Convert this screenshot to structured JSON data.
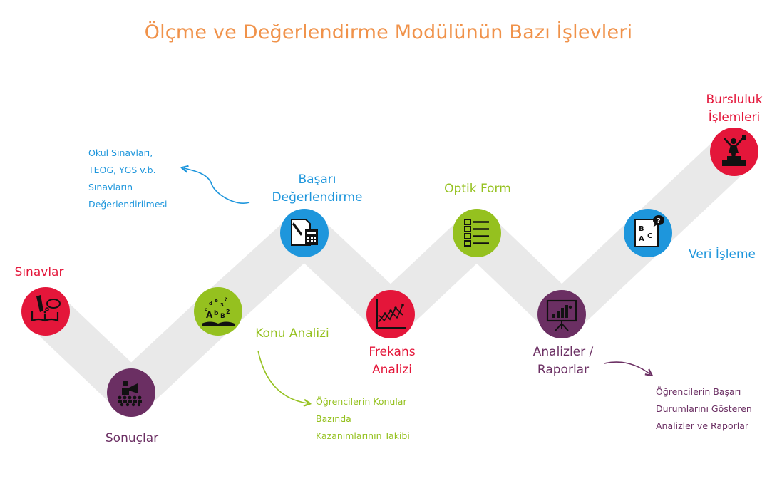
{
  "title": "Ölçme ve Değerlendirme Modülünün Bazı İşlevleri",
  "colors": {
    "title": "#f0924a",
    "red": "#e4163a",
    "purple": "#6b2f63",
    "green": "#95c11f",
    "blue": "#1e96dc",
    "ribbon": "#e9e9e9"
  },
  "nodes": [
    {
      "id": "sinavlar",
      "label": [
        "Sınavlar"
      ],
      "color": "red",
      "icon": "exam-book-icon"
    },
    {
      "id": "sonuclar",
      "label": [
        "Sonuçlar"
      ],
      "color": "purple",
      "icon": "announcement-audience-icon"
    },
    {
      "id": "konu-analizi",
      "label": [
        "Konu Analizi"
      ],
      "color": "green",
      "icon": "open-book-letters-icon"
    },
    {
      "id": "basari",
      "label": [
        "Başarı",
        "Değerlendirme"
      ],
      "color": "blue",
      "icon": "calculator-document-icon"
    },
    {
      "id": "frekans",
      "label": [
        "Frekans",
        "Analizi"
      ],
      "color": "red",
      "icon": "line-chart-icon"
    },
    {
      "id": "optik-form",
      "label": [
        "Optik Form"
      ],
      "color": "green",
      "icon": "checklist-form-icon"
    },
    {
      "id": "analizler",
      "label": [
        "Analizler /",
        "Raporlar"
      ],
      "color": "purple",
      "icon": "presentation-board-icon"
    },
    {
      "id": "veri-isleme",
      "label": [
        "Veri İşleme"
      ],
      "color": "blue",
      "icon": "quiz-abc-icon"
    },
    {
      "id": "bursluluk",
      "label": [
        "Bursluluk",
        "İşlemleri"
      ],
      "color": "red",
      "icon": "winner-podium-icon"
    }
  ],
  "notes": [
    {
      "id": "okul-sinavlari",
      "lines": [
        "Okul Sınavları,",
        "TEOG, YGS v.b.",
        "Sınavların",
        "Değerlendirilmesi"
      ],
      "color": "blue"
    },
    {
      "id": "konular-takibi",
      "lines": [
        "Öğrencilerin Konular",
        "Bazında",
        "Kazanımlarının Takibi"
      ],
      "color": "green"
    },
    {
      "id": "basari-raporlar",
      "lines": [
        "Öğrencilerin Başarı",
        "Durumlarını Gösteren",
        "Analizler ve Raporlar"
      ],
      "color": "purple"
    }
  ]
}
